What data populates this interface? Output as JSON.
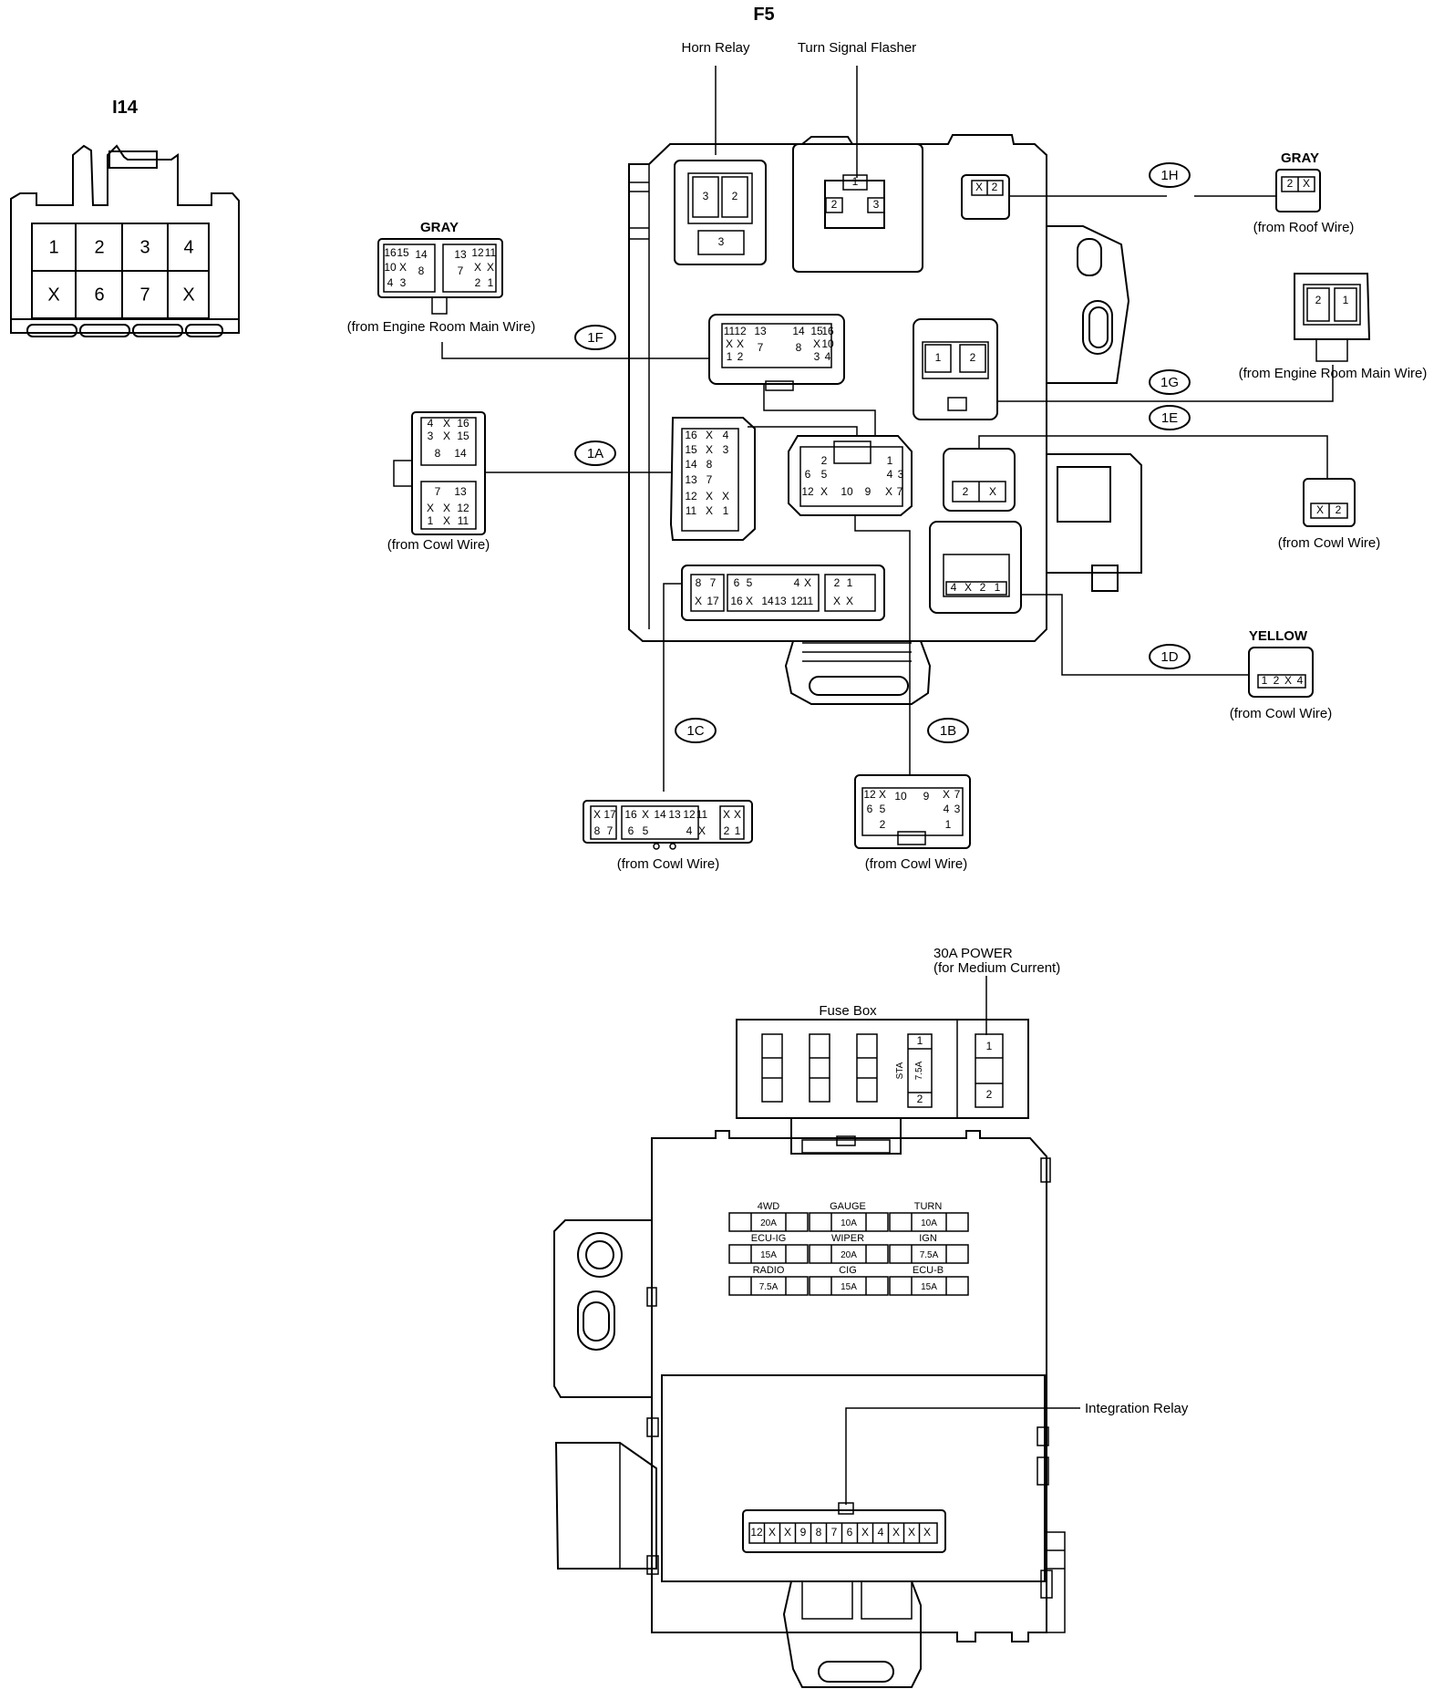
{
  "title": "F5",
  "connector_i14": {
    "label": "I14",
    "row1": [
      "1",
      "2",
      "3",
      "4"
    ],
    "row2": [
      "X",
      "6",
      "7",
      "X"
    ]
  },
  "relay_labels": {
    "horn_relay": "Horn Relay",
    "turn_signal_flasher": "Turn Signal Flasher"
  },
  "horn_relay_pins": [
    "3",
    "2",
    "3"
  ],
  "flasher_pins": [
    "1",
    "2",
    "3"
  ],
  "circle_labels": {
    "c1A": "1A",
    "c1B": "1B",
    "c1C": "1C",
    "c1D": "1D",
    "c1E": "1E",
    "c1F": "1F",
    "c1G": "1G",
    "c1H": "1H"
  },
  "connector_colors": {
    "gray_1f": "GRAY",
    "gray_1h": "GRAY",
    "yellow_1d": "YELLOW"
  },
  "wire_sources": {
    "w1f": "(from Engine Room Main Wire)",
    "w1a": "(from Cowl Wire)",
    "w1h": "(from Roof Wire)",
    "w1g": "(from Engine Room Main Wire)",
    "w1e": "(from Cowl Wire)",
    "w1d": "(from Cowl Wire)",
    "w1c": "(from Cowl Wire)",
    "w1b": "(from Cowl Wire)"
  },
  "pins": {
    "h1": [
      "X",
      "2"
    ],
    "g1": [
      "2",
      "1"
    ],
    "e1": [
      "X",
      "2"
    ],
    "d1": [
      "1",
      "2",
      "X",
      "4"
    ],
    "in_1h": [
      "X",
      "2"
    ],
    "in_1g": [
      "1",
      "2"
    ],
    "in_1e": [
      "2",
      "X"
    ],
    "in_1d": [
      "4",
      "X",
      "2",
      "1"
    ]
  },
  "lower": {
    "power_label": "30A POWER",
    "power_sub": "(for Medium Current)",
    "fuse_box_label": "Fuse Box",
    "sta_label": "STA",
    "sta_amp": "7.5A",
    "fuse_pins": [
      "1",
      "2",
      "1",
      "2"
    ],
    "integration_relay": "Integration Relay",
    "integration_pins": [
      "12",
      "X",
      "X",
      "9",
      "8",
      "7",
      "6",
      "X",
      "4",
      "X",
      "X",
      "X"
    ],
    "fuses": [
      {
        "name": "4WD",
        "amp": "20A"
      },
      {
        "name": "GAUGE",
        "amp": "10A"
      },
      {
        "name": "TURN",
        "amp": "10A"
      },
      {
        "name": "ECU-IG",
        "amp": "15A"
      },
      {
        "name": "WIPER",
        "amp": "20A"
      },
      {
        "name": "IGN",
        "amp": "7.5A"
      },
      {
        "name": "RADIO",
        "amp": "7.5A"
      },
      {
        "name": "CIG",
        "amp": "15A"
      },
      {
        "name": "ECU-B",
        "amp": "15A"
      }
    ]
  }
}
